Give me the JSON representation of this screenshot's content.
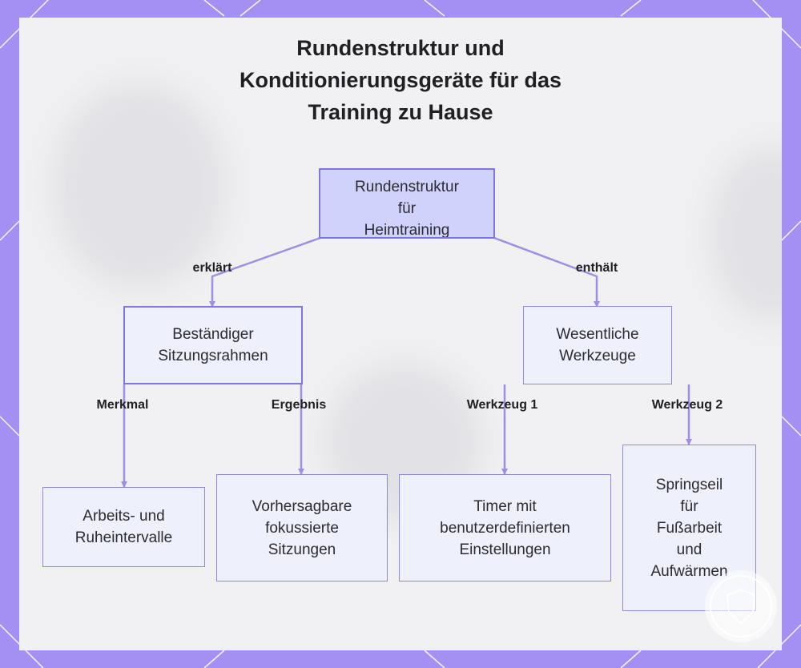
{
  "title": {
    "lines": [
      "Rundenstruktur und",
      "Konditionierungsgeräte für das",
      "Training zu Hause"
    ]
  },
  "nodes": {
    "root": {
      "lines": [
        "Rundenstruktur",
        "für",
        "Heimtraining"
      ]
    },
    "session": {
      "lines": [
        "Beständiger",
        "Sitzungsrahmen"
      ]
    },
    "tools": {
      "lines": [
        "Wesentliche",
        "Werkzeuge"
      ]
    },
    "intervals": {
      "lines": [
        "Arbeits- und",
        "Ruheintervalle"
      ]
    },
    "predictable": {
      "lines": [
        "Vorhersagbare",
        "fokussierte",
        "Sitzungen"
      ]
    },
    "timer": {
      "lines": [
        "Timer mit",
        "benutzerdefinierten",
        "Einstellungen"
      ]
    },
    "rope": {
      "lines": [
        "Springseil",
        "für",
        "Fußarbeit",
        "und",
        "Aufwärmen"
      ]
    }
  },
  "edges": {
    "explains": "erklärt",
    "contains": "enthält",
    "feature": "Merkmal",
    "result": "Ergebnis",
    "tool1": "Werkzeug 1",
    "tool2": "Werkzeug 2"
  },
  "colors": {
    "frame": "#a48ff2",
    "line": "#9f8fe3",
    "node_border": "#7f76e0",
    "root_fill": "#cfd2fa",
    "node_fill": "#eef0fb"
  }
}
